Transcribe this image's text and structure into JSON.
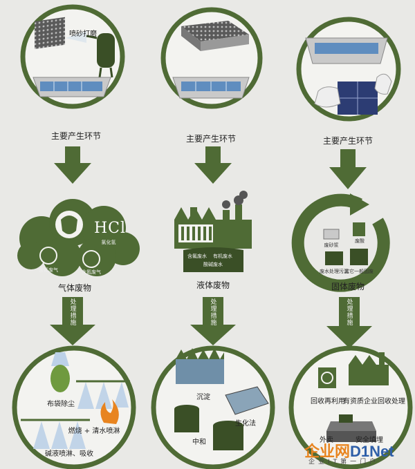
{
  "columns": [
    {
      "top_label": "主要产生环节",
      "top_sub_label": "喷砂打磨",
      "waste_label": "气体废物",
      "waste_sub_labels": [
        "HCl",
        "氯化氢",
        "含氟废气",
        "含氮废气"
      ],
      "treatment_label": "处理措施",
      "bottom_labels": [
        "布袋除尘",
        "燃烧 + 清水喷淋",
        "碱液喷淋、吸收"
      ]
    },
    {
      "top_label": "主要产生环节",
      "waste_label": "液体废物",
      "waste_sub_labels": [
        "含氟废水",
        "有机废水",
        "酸碱废水"
      ],
      "treatment_label": "处理措施",
      "bottom_labels": [
        "沉淀",
        "生化法",
        "中和"
      ]
    },
    {
      "top_label": "主要产生环节",
      "waste_label": "固体废物",
      "waste_sub_labels": [
        "废砂浆",
        "废酸",
        "废水处理污泥",
        "其它一般固废"
      ],
      "treatment_label": "处理措施",
      "bottom_labels": [
        "回收再利用",
        "有资质企业回收处理",
        "外卖",
        "安全填埋"
      ]
    }
  ],
  "watermark": {
    "brand_a": "企业网",
    "brand_b": "D1Net",
    "sub": "企业IT第一门户"
  },
  "colors": {
    "green": "#4f6b35",
    "dark_green": "#3a4f26",
    "cell_blue": "#5f8dbf",
    "tank": "#c9c9c9",
    "background": "#e9e9e6"
  }
}
